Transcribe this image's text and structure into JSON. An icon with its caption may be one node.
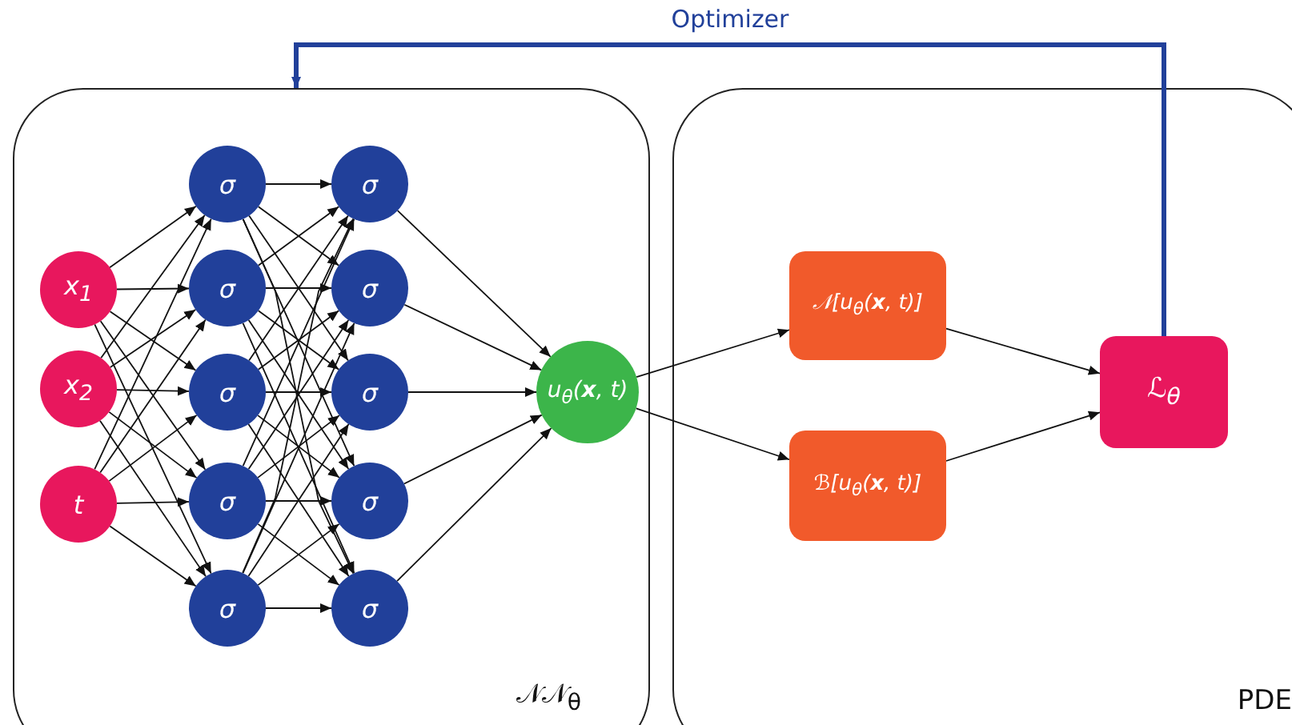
{
  "diagram": {
    "nodes": [
      {
        "text": [
          "𝒩𝒩$_{θ}$"
        ]
      },
      {
        "text": [
          "PDE"
        ]
      },
      {
        "text": [
          "x$_{1}$"
        ],
        "in": 0
      },
      {
        "text": [
          "x$_{2}$"
        ],
        "in": 0
      },
      {
        "text": [
          "t"
        ],
        "in": 0
      },
      {
        "text": [
          "σ"
        ],
        "in": 0
      },
      {
        "text": [
          "σ"
        ],
        "in": 0
      },
      {
        "text": [
          "σ"
        ],
        "in": 0
      },
      {
        "text": [
          "σ"
        ],
        "in": 0
      },
      {
        "text": [
          "σ"
        ],
        "in": 0
      },
      {
        "text": [
          "σ"
        ],
        "in": 0
      },
      {
        "text": [
          "σ"
        ],
        "in": 0
      },
      {
        "text": [
          "σ"
        ],
        "in": 0
      },
      {
        "text": [
          "σ"
        ],
        "in": 0
      },
      {
        "text": [
          "σ"
        ],
        "in": 0
      },
      {
        "text": [
          "u$_{θ}$(**x**, t)"
        ],
        "in": 0
      },
      {
        "text": [
          "𝒩[u$_{θ}$(**x**, t)]"
        ],
        "in": 1
      },
      {
        "text": [
          "ℬ[u$_{θ}$(**x**, t)]"
        ],
        "in": 1
      },
      {
        "text": [
          "ℒ$_{θ}$"
        ],
        "in": 1
      }
    ],
    "edges": [
      {
        "from": 2,
        "to": 5,
        "arrow": "to"
      },
      {
        "from": 2,
        "to": 6,
        "arrow": "to"
      },
      {
        "from": 2,
        "to": 7,
        "arrow": "to"
      },
      {
        "from": 2,
        "to": 8,
        "arrow": "to"
      },
      {
        "from": 2,
        "to": 9,
        "arrow": "to"
      },
      {
        "from": 3,
        "to": 5,
        "arrow": "to"
      },
      {
        "from": 3,
        "to": 6,
        "arrow": "to"
      },
      {
        "from": 3,
        "to": 7,
        "arrow": "to"
      },
      {
        "from": 3,
        "to": 8,
        "arrow": "to"
      },
      {
        "from": 3,
        "to": 9,
        "arrow": "to"
      },
      {
        "from": 4,
        "to": 5,
        "arrow": "to"
      },
      {
        "from": 4,
        "to": 6,
        "arrow": "to"
      },
      {
        "from": 4,
        "to": 7,
        "arrow": "to"
      },
      {
        "from": 4,
        "to": 8,
        "arrow": "to"
      },
      {
        "from": 4,
        "to": 9,
        "arrow": "to"
      },
      {
        "from": 5,
        "to": 10,
        "arrow": "to"
      },
      {
        "from": 5,
        "to": 11,
        "arrow": "to"
      },
      {
        "from": 5,
        "to": 12,
        "arrow": "to"
      },
      {
        "from": 5,
        "to": 13,
        "arrow": "to"
      },
      {
        "from": 5,
        "to": 14,
        "arrow": "to"
      },
      {
        "from": 6,
        "to": 10,
        "arrow": "to"
      },
      {
        "from": 6,
        "to": 11,
        "arrow": "to"
      },
      {
        "from": 6,
        "to": 12,
        "arrow": "to"
      },
      {
        "from": 6,
        "to": 13,
        "arrow": "to"
      },
      {
        "from": 6,
        "to": 14,
        "arrow": "to"
      },
      {
        "from": 7,
        "to": 10,
        "arrow": "to"
      },
      {
        "from": 7,
        "to": 11,
        "arrow": "to"
      },
      {
        "from": 7,
        "to": 12,
        "arrow": "to"
      },
      {
        "from": 7,
        "to": 13,
        "arrow": "to"
      },
      {
        "from": 7,
        "to": 14,
        "arrow": "to"
      },
      {
        "from": 8,
        "to": 10,
        "arrow": "to"
      },
      {
        "from": 8,
        "to": 11,
        "arrow": "to"
      },
      {
        "from": 8,
        "to": 12,
        "arrow": "to"
      },
      {
        "from": 8,
        "to": 13,
        "arrow": "to"
      },
      {
        "from": 8,
        "to": 14,
        "arrow": "to"
      },
      {
        "from": 9,
        "to": 10,
        "arrow": "to"
      },
      {
        "from": 9,
        "to": 11,
        "arrow": "to"
      },
      {
        "from": 9,
        "to": 12,
        "arrow": "to"
      },
      {
        "from": 9,
        "to": 13,
        "arrow": "to"
      },
      {
        "from": 9,
        "to": 14,
        "arrow": "to"
      },
      {
        "from": 10,
        "to": 15,
        "arrow": "to"
      },
      {
        "from": 11,
        "to": 15,
        "arrow": "to"
      },
      {
        "from": 12,
        "to": 15,
        "arrow": "to"
      },
      {
        "from": 13,
        "to": 15,
        "arrow": "to"
      },
      {
        "from": 14,
        "to": 15,
        "arrow": "to"
      },
      {
        "from": 15,
        "to": 16,
        "arrow": "to"
      },
      {
        "from": 15,
        "to": 17,
        "arrow": "to"
      },
      {
        "from": 16,
        "to": 18,
        "arrow": "to"
      },
      {
        "from": 17,
        "to": 18,
        "arrow": "to"
      },
      {
        "from": 18,
        "to": 0,
        "arrow": "to",
        "label": "Optimizer",
        "style": "thick",
        "color": "#21409a"
      }
    ]
  }
}
